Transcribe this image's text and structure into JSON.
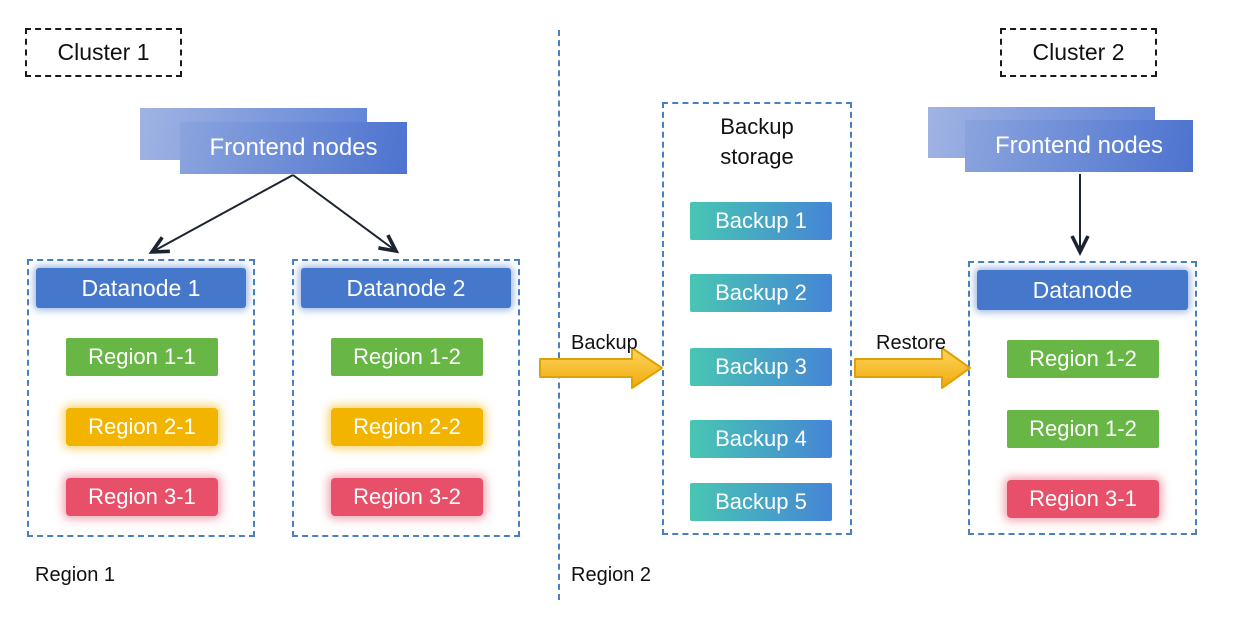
{
  "colors": {
    "container-border": "#4a7fc1",
    "datanode-blue": "#4577cb",
    "region-green": "#68b646",
    "region-yellow": "#f3b400",
    "region-red": "#e8506a",
    "backup-teal": "#48c6b3",
    "backup-blue": "#4585d6",
    "frontend-light": "#8ba4de",
    "frontend-dark": "#4d73cf",
    "frontend-back-light": "#a0b3e3",
    "frontend-back-dark": "#6285d8",
    "arrow-yellow-light": "#ffd65e",
    "arrow-yellow-dark": "#efa90b",
    "arrow-outline": "#dfa204"
  },
  "cluster1": {
    "label": "Cluster 1",
    "frontend_label": "Frontend nodes",
    "datanode1": {
      "title": "Datanode 1",
      "regions": [
        "Region 1-1",
        "Region 2-1",
        "Region 3-1"
      ]
    },
    "datanode2": {
      "title": "Datanode 2",
      "regions": [
        "Region 1-2",
        "Region 2-2",
        "Region 3-2"
      ]
    },
    "footer_label": "Region 1"
  },
  "backup": {
    "flow_label": "Backup",
    "storage_title": "Backup storage",
    "items": [
      "Backup 1",
      "Backup 2",
      "Backup 3",
      "Backup 4",
      "Backup 5"
    ],
    "footer_label": "Region 2"
  },
  "cluster2": {
    "label": "Cluster 2",
    "frontend_label": "Frontend nodes",
    "restore_label": "Restore",
    "datanode": {
      "title": "Datanode",
      "regions": [
        "Region 1-2",
        "Region 1-2",
        "Region 3-1"
      ]
    }
  }
}
